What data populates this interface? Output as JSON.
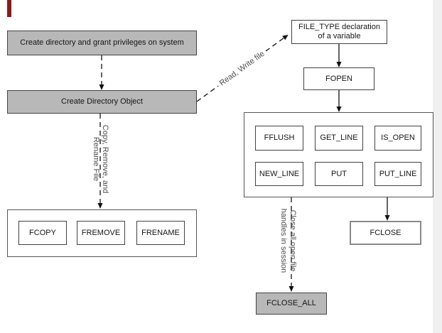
{
  "nodes": {
    "create_dir_priv": "Create directory and grant privileges on system",
    "create_dir_obj": "Create Directory Object",
    "file_type_line1": "FILE_TYPE declaration",
    "file_type_line2": "of a variable",
    "fopen": "FOPEN",
    "fflush": "FFLUSH",
    "get_line": "GET_LINE",
    "is_open": "IS_OPEN",
    "new_line": "NEW_LINE",
    "put": "PUT",
    "put_line": "PUT_LINE",
    "fcopy": "FCOPY",
    "fremove": "FREMOVE",
    "frename": "FRENAME",
    "fclose": "FCLOSE",
    "fclose_all": "FCLOSE_ALL"
  },
  "edge_labels": {
    "read_write": "Read, Write file",
    "copy_remove_line1": "Copy, Remove, and",
    "copy_remove_line2": "Rename File",
    "close_all_line1": "Close all open file",
    "close_all_line2": "handles in session"
  },
  "colors": {
    "node_fill_gray": "#b8b8b8",
    "node_border": "#424242",
    "edge_color": "#111111",
    "edge_label_color": "#4d4d4d",
    "fclose_border": "#8a8a8a",
    "right_strip": "#f0f0f0",
    "corner_marker": "#8b1b1b"
  }
}
